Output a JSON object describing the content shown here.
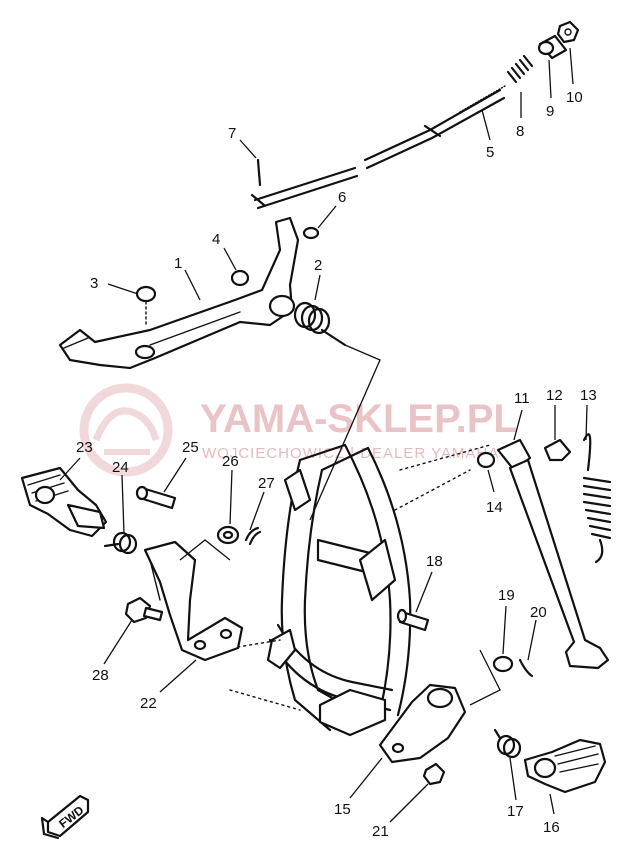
{
  "watermark": {
    "brand": "YAMA-SKLEP.PL",
    "tagline": "WOJCIECHOWICZ | DEALER YAMAHA",
    "color": "#e7b9bd"
  },
  "direction_badge": {
    "label": "FWD",
    "icon": "forward-arrow-icon"
  },
  "callouts": [
    "1",
    "2",
    "3",
    "4",
    "5",
    "6",
    "7",
    "8",
    "9",
    "10",
    "11",
    "12",
    "13",
    "14",
    "15",
    "16",
    "17",
    "18",
    "19",
    "20",
    "21",
    "22",
    "23",
    "24",
    "25",
    "26",
    "27",
    "28"
  ],
  "colors": {
    "ink": "#111111",
    "paper": "#ffffff"
  }
}
